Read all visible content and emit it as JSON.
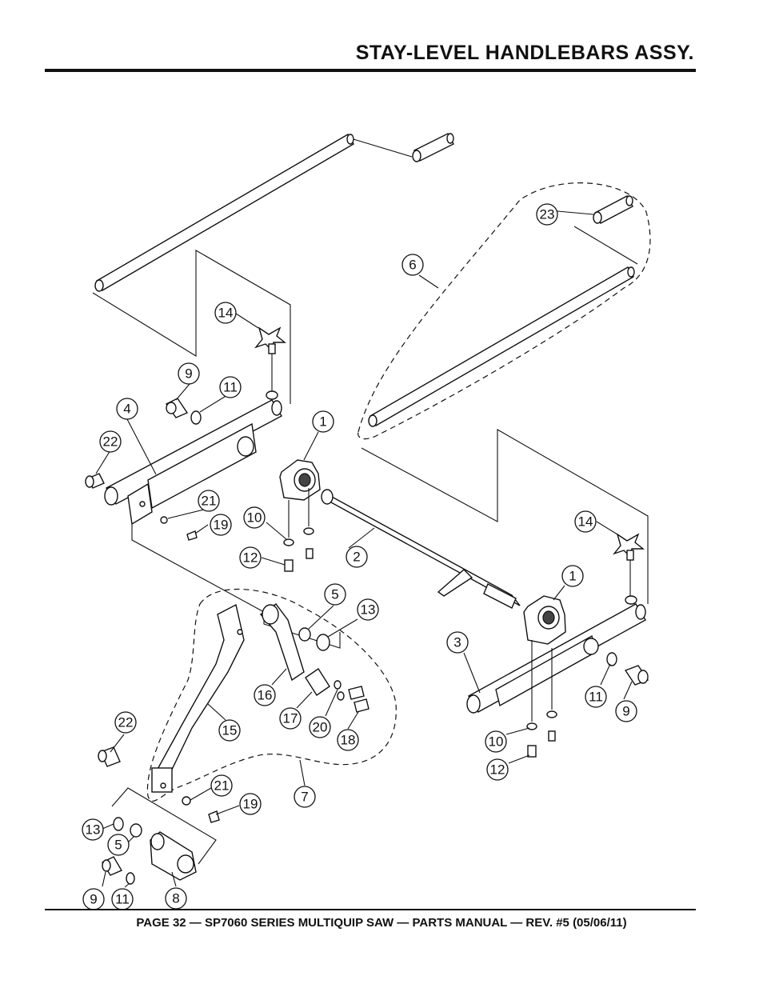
{
  "header": {
    "title": "STAY-LEVEL HANDLEBARS ASSY."
  },
  "footer": {
    "text": "PAGE 32 — SP7060 SERIES MULTIQUIP SAW — PARTS MANUAL — REV. #5 (05/06/11)"
  },
  "callouts": {
    "c1a": "1",
    "c1b": "1",
    "c2": "2",
    "c3": "3",
    "c4": "4",
    "c5a": "5",
    "c5b": "5",
    "c6": "6",
    "c7": "7",
    "c8": "8",
    "c9a": "9",
    "c9b": "9",
    "c9c": "9",
    "c10a": "10",
    "c10b": "10",
    "c11a": "11",
    "c11b": "11",
    "c11c": "11",
    "c12a": "12",
    "c12b": "12",
    "c13a": "13",
    "c13b": "13",
    "c14a": "14",
    "c14b": "14",
    "c15": "15",
    "c16": "16",
    "c17": "17",
    "c18": "18",
    "c19a": "19",
    "c19b": "19",
    "c20": "20",
    "c21a": "21",
    "c21b": "21",
    "c22a": "22",
    "c22b": "22",
    "c23": "23"
  }
}
